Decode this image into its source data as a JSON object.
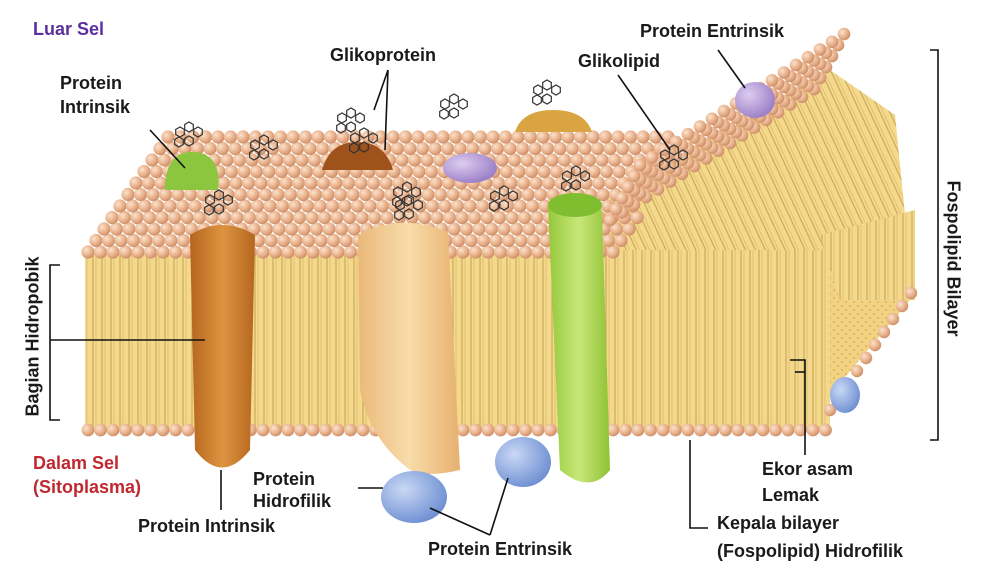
{
  "labels": {
    "outside": "Luar Sel",
    "intrinsic_top_1": "Protein",
    "intrinsic_top_2": "Intrinsik",
    "glycoprotein": "Glikoprotein",
    "glycolipid": "Glikolipid",
    "extrinsic_top": "Protein Entrinsik",
    "phospholipid_bilayer": "Fospolipid Bilayer",
    "hydrophobic_part": "Bagian Hidropobik",
    "inside_1": "Dalam Sel",
    "inside_2": "(Sitoplasma)",
    "hydrophilic_protein_1": "Protein",
    "hydrophilic_protein_2": "Hidrofilik",
    "intrinsic_bottom": "Protein  Intrinsik",
    "extrinsic_bottom": "Protein Entrinsik",
    "fatty_tail_1": "Ekor asam",
    "fatty_tail_2": "Lemak",
    "head_1": "Kepala bilayer",
    "head_2": "(Fospolipid) Hidrofilik"
  },
  "colors": {
    "head": "#e9b48f",
    "tail": "#f4d98a",
    "tail_line": "#c9a45c",
    "intrinsic_brown": "#c97a2a",
    "intrinsic_tan": "#f1cf95",
    "intrinsic_green": "#a9d44a",
    "intrinsic_green_top": "#7fbf2f",
    "glyco_brown": "#a0521d",
    "glyco_gold": "#d9a441",
    "extrinsic_purple": "#a98fd0",
    "extrinsic_blue": "#7f9fdc",
    "label_purple": "#5b2f9e",
    "label_red": "#c0282f"
  }
}
